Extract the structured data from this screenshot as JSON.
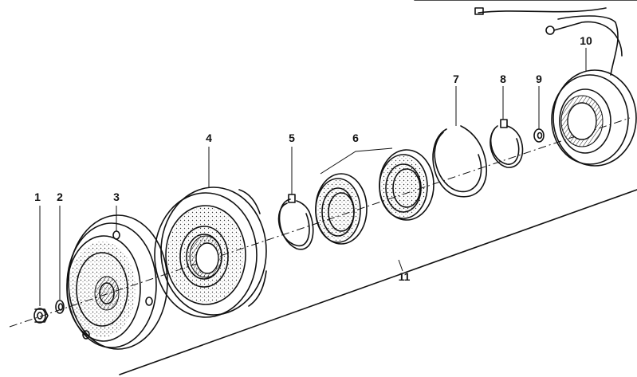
{
  "parts": [
    {
      "id": "part-1",
      "label": "1"
    },
    {
      "id": "part-2",
      "label": "2"
    },
    {
      "id": "part-3",
      "label": "3"
    },
    {
      "id": "part-4",
      "label": "4"
    },
    {
      "id": "part-5",
      "label": "5"
    },
    {
      "id": "part-6",
      "label": "6"
    },
    {
      "id": "part-7",
      "label": "7"
    },
    {
      "id": "part-8",
      "label": "8"
    },
    {
      "id": "part-9",
      "label": "9"
    },
    {
      "id": "part-10",
      "label": "10"
    },
    {
      "id": "part-11",
      "label": "11"
    }
  ]
}
